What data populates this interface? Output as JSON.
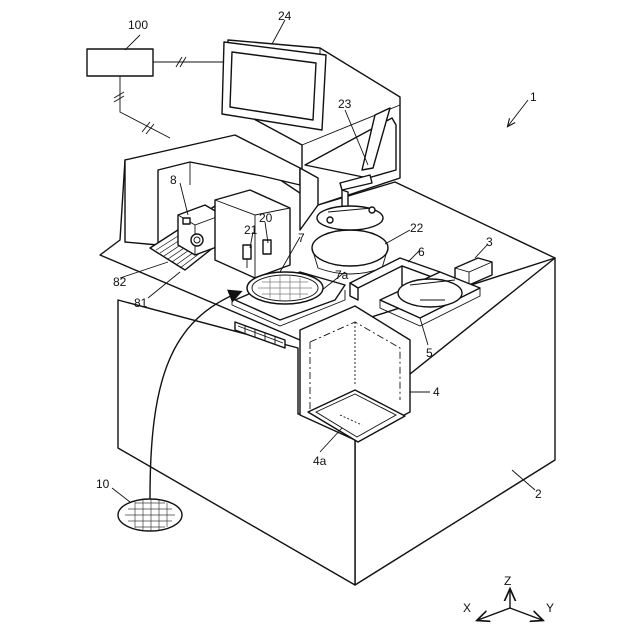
{
  "labels": {
    "ref_100": "100",
    "ref_24": "24",
    "ref_1": "1",
    "ref_23": "23",
    "ref_8": "8",
    "ref_20": "20",
    "ref_21": "21",
    "ref_22": "22",
    "ref_7": "7",
    "ref_6": "6",
    "ref_3": "3",
    "ref_7a": "7a",
    "ref_82": "82",
    "ref_81": "81",
    "ref_5": "5",
    "ref_4": "4",
    "ref_4a": "4a",
    "ref_10": "10",
    "ref_2": "2"
  },
  "axes": {
    "z": "Z",
    "x": "X",
    "y": "Y"
  }
}
